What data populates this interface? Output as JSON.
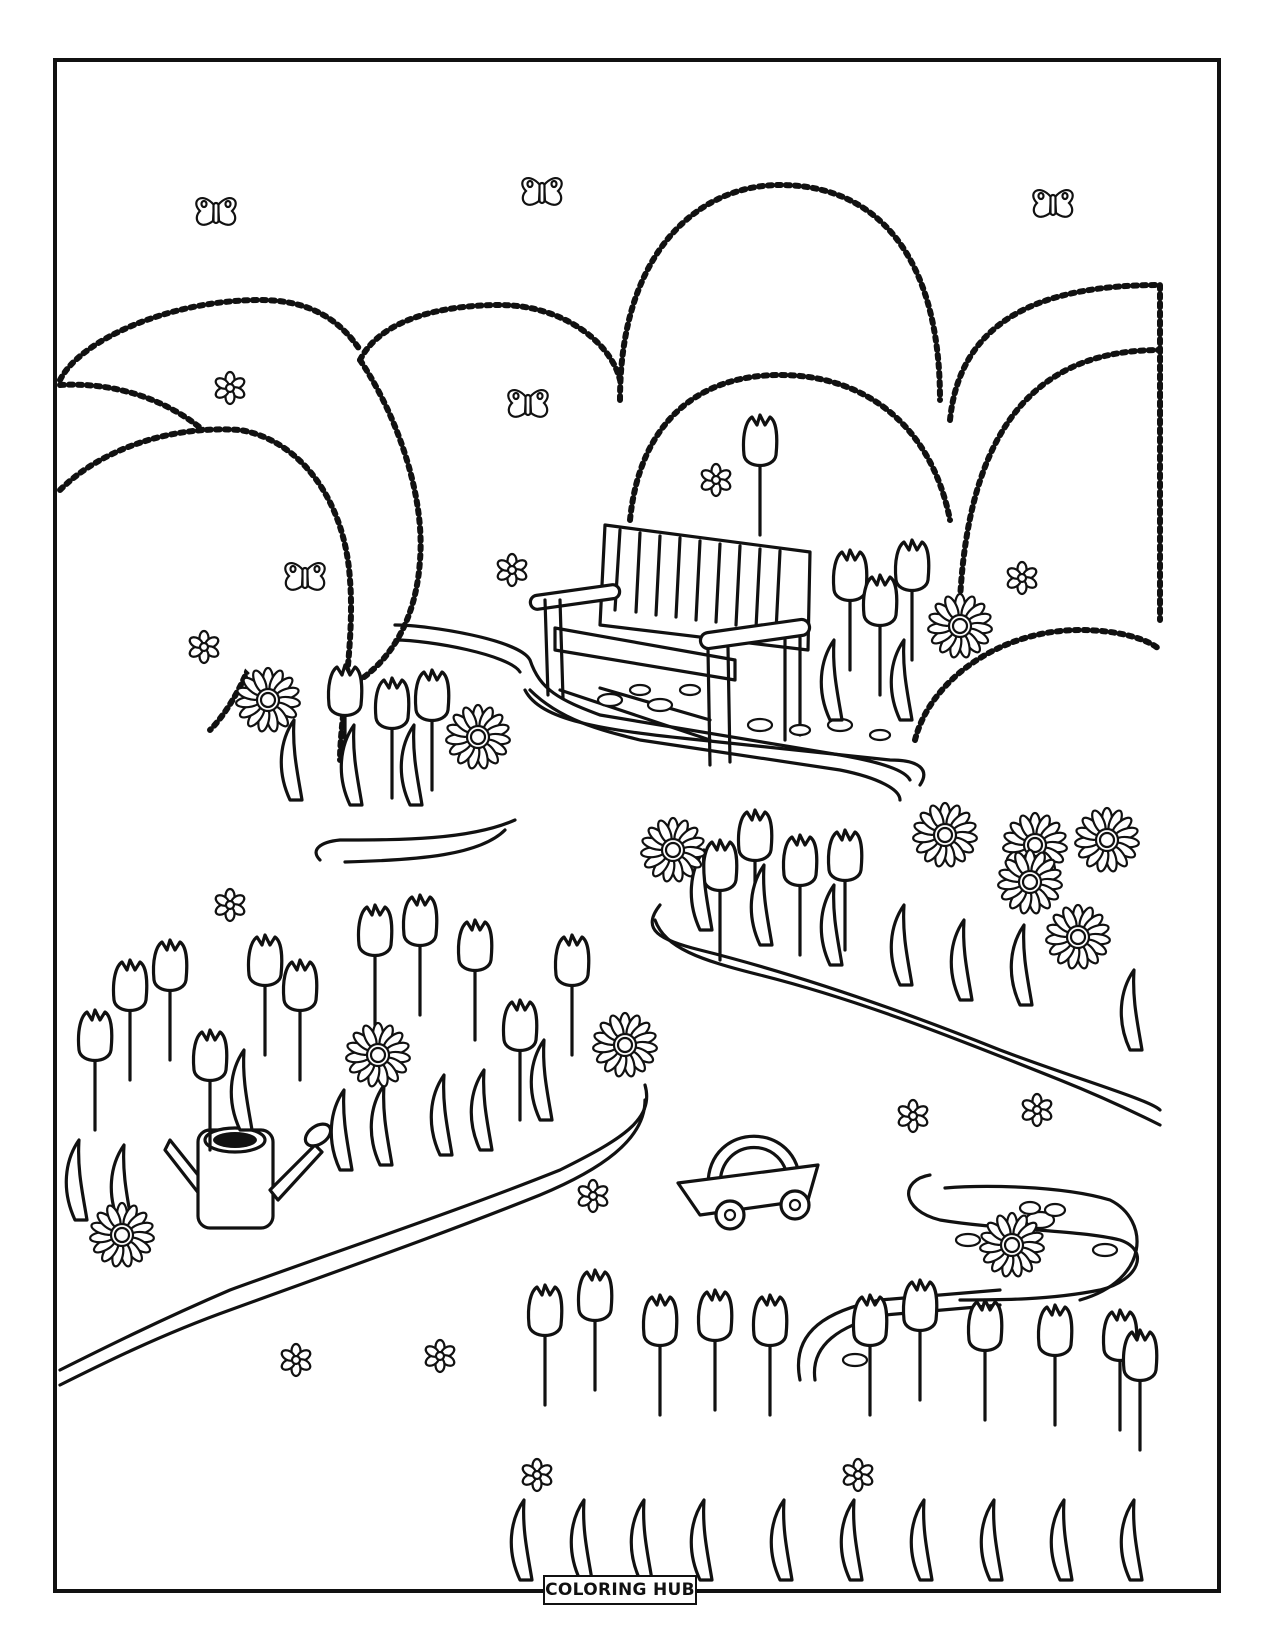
{
  "page": {
    "title": "Garden coloring page",
    "background_color": "#ffffff",
    "line_color": "#111111"
  },
  "branding": {
    "logo_text": "COLORING HUB"
  },
  "scene": {
    "elements": [
      {
        "name": "park-bench",
        "count": 1
      },
      {
        "name": "watering-can",
        "count": 1
      },
      {
        "name": "toy-wagon",
        "count": 1
      },
      {
        "name": "garden-pond",
        "count": 1
      },
      {
        "name": "butterfly",
        "count": 5
      },
      {
        "name": "round-bush",
        "count": 8
      },
      {
        "name": "tulip",
        "count": 40
      },
      {
        "name": "daisy",
        "count": 14
      },
      {
        "name": "small-flower",
        "count": 12
      },
      {
        "name": "winding-path",
        "count": 1
      }
    ]
  }
}
